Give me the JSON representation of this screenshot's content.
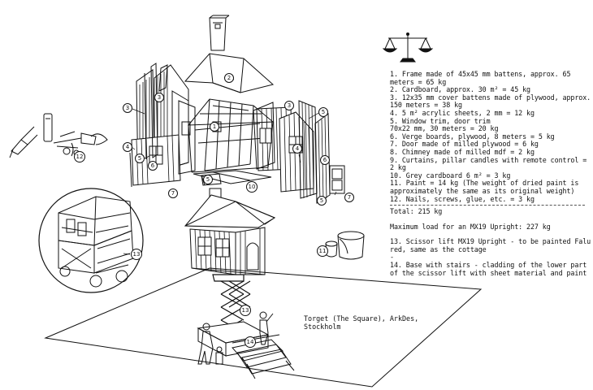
{
  "legend": {
    "items": [
      "1. Frame made of 45x45 mm battens, approx. 65 meters = 65 kg",
      "2. Cardboard, approx. 30 m² = 45 kg",
      "3. 12x35 mm cover battens made of plywood, approx. 150 meters = 38 kg",
      "4. 5 m² acrylic sheets, 2 mm = 12 kg",
      "5. Window trim, door trim\n70x22 mm, 30 meters = 20 kg",
      "6. Verge boards, plywood, 8 meters = 5 kg",
      "7. Door made of milled plywood = 6 kg",
      "8. Chimney made of milled mdf = 2 kg",
      "9. Curtains, pillar candles with remote control = 2 kg",
      "10. Grey cardboard 6 m² = 3 kg",
      "11. Paint = 14 kg (The weight of dried paint is approximately the same as its original weight)",
      "12. Nails, screws, glue, etc. = 3 kg"
    ],
    "total": "Total: 215 kg",
    "max_load": "Maximum load for an MX19 Upright: 227 kg",
    "item13": "13. Scissor lift MX19 Upright - to be painted Falu red, same as the cottage",
    "dash": "-",
    "item14": "14. Base with stairs - cladding of the lower part of the scissor lift with sheet material and paint"
  },
  "location": "Torget (The Square), ArkDes, Stockholm",
  "markers": {
    "roof": "2",
    "frame": "1",
    "left_wall": "3",
    "left_panel": "4",
    "left_trim": "5",
    "left_eave": "6",
    "left_door": "7",
    "center_trim": "5",
    "base_card": "10",
    "right_wall": "3",
    "right_window": "4",
    "right_trim_top": "5",
    "right_trim_bottom": "5",
    "right_eave": "6",
    "right_door": "7",
    "upper_left": "3",
    "lift_left": "13",
    "lift_under": "13",
    "tools": "12",
    "paint": "11",
    "base": "14"
  }
}
